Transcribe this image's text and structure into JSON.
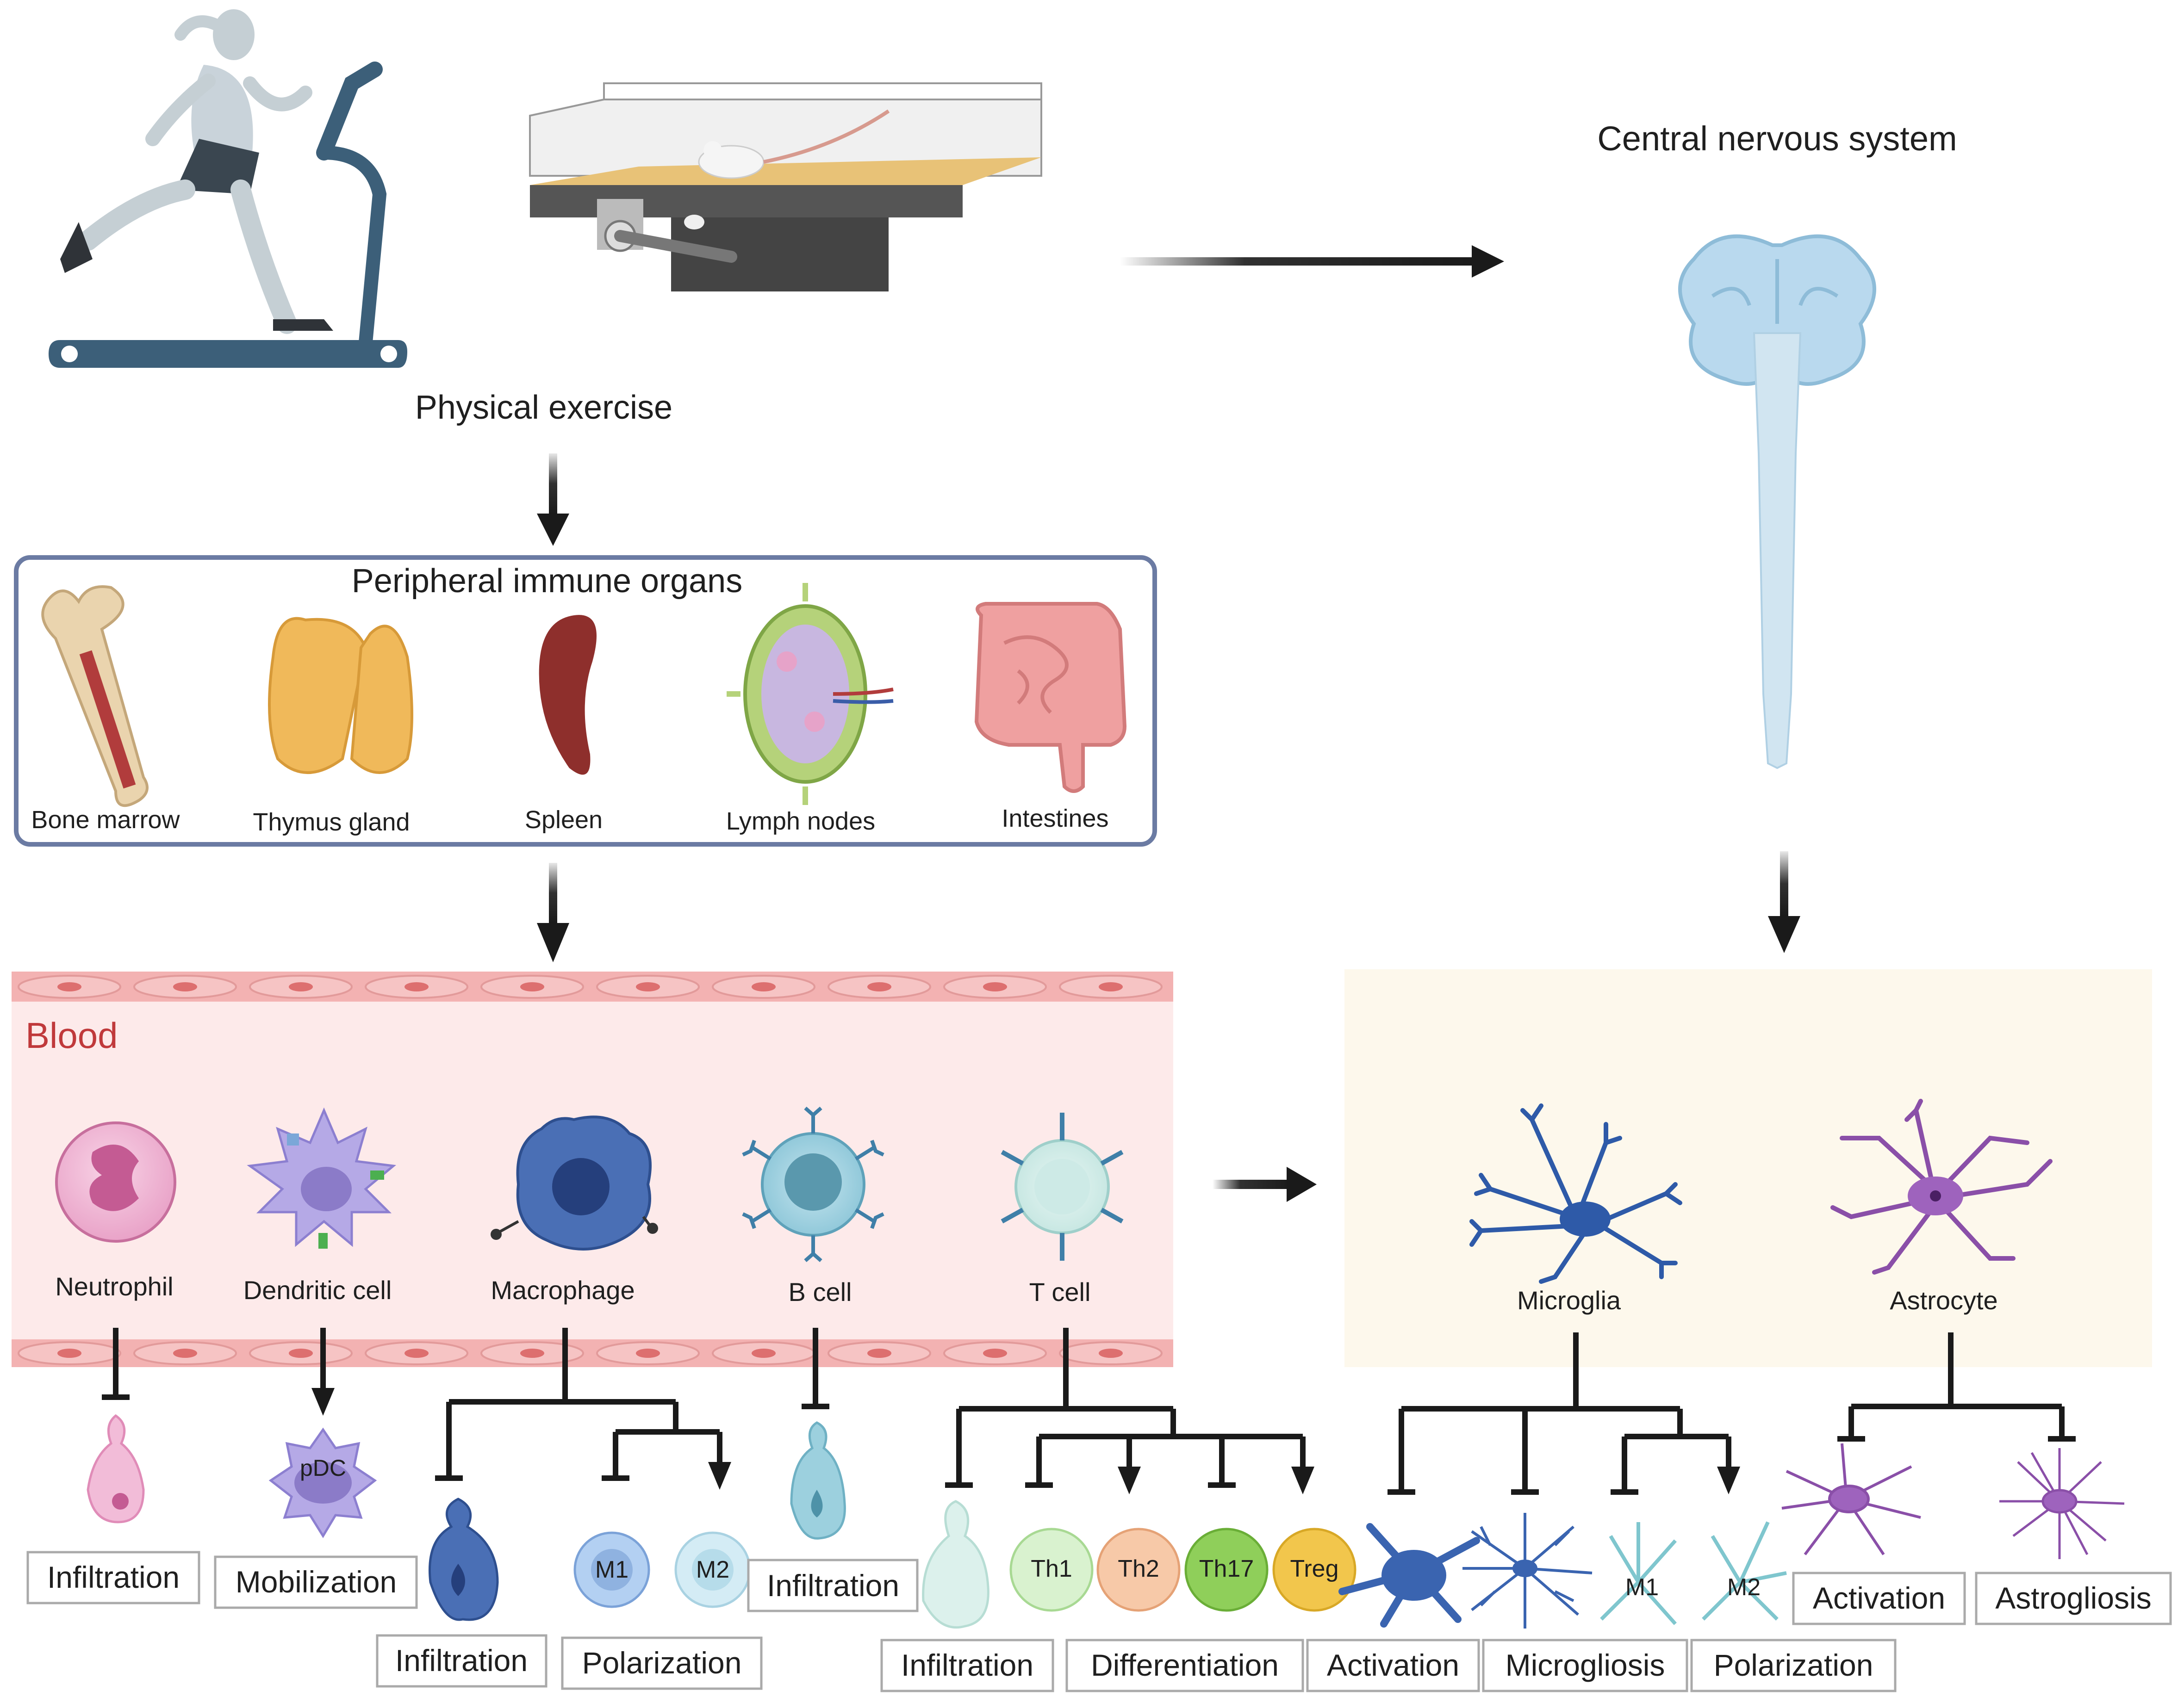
{
  "top": {
    "physical_exercise": "Physical exercise",
    "cns": "Central nervous system"
  },
  "organs": {
    "title": "Peripheral immune organs",
    "items": [
      "Bone marrow",
      "Thymus gland",
      "Spleen",
      "Lymph nodes",
      "Intestines"
    ]
  },
  "blood": {
    "title": "Blood",
    "cells": [
      "Neutrophil",
      "Dendritic cell",
      "Macrophage",
      "B cell",
      "T cell"
    ]
  },
  "cns_cells": [
    "Microglia",
    "Astrocyte"
  ],
  "outcomes": {
    "neutrophil": "Infiltration",
    "dendritic": "Mobilization",
    "pdc": "pDC",
    "macrophage_infiltration": "Infiltration",
    "macrophage_polarization": "Polarization",
    "m1": "M1",
    "m2": "M2",
    "bcell": "Infiltration",
    "tcell_infiltration": "Infiltration",
    "tcell_differentiation": "Differentiation",
    "th1": "Th1",
    "th2": "Th2",
    "th17": "Th17",
    "treg": "Treg",
    "microglia_activation": "Activation",
    "microgliosis": "Microgliosis",
    "microglia_polarization": "Polarization",
    "mg_m1": "M1",
    "mg_m2": "M2",
    "astro_activation": "Activation",
    "astrogliosis": "Astrogliosis"
  },
  "colors": {
    "blood_bg": "#fdeaea",
    "blood_title": "#c0393b",
    "cns_bg": "#fdf8ec",
    "arrow": "#1a1a1a",
    "organ_border": "#6b7ba3",
    "treadmill": "#3c5f79",
    "brain": "#b9d9ee"
  }
}
